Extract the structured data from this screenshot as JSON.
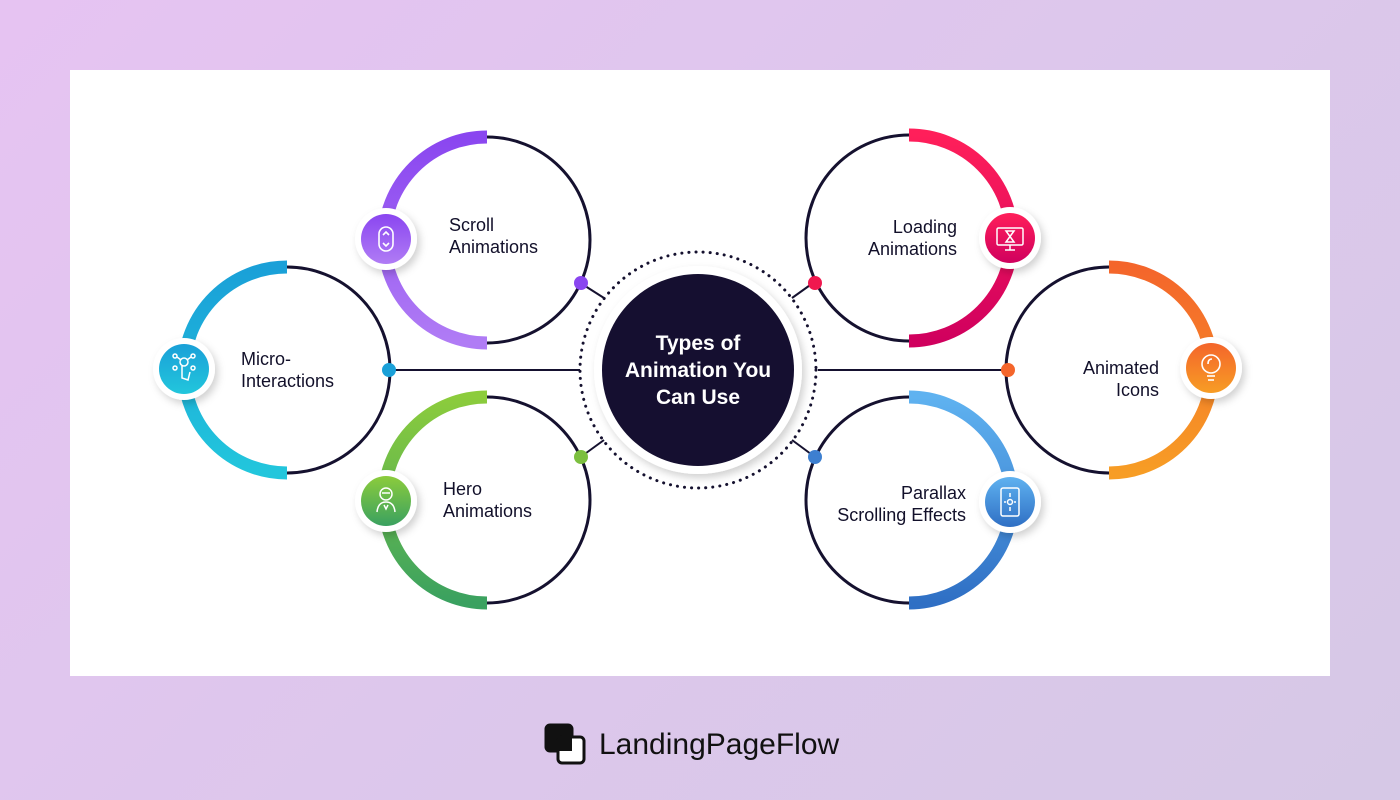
{
  "center": {
    "title": "Types of\nAnimation You\nCan Use",
    "fill": "#150f30"
  },
  "nodes": [
    {
      "id": "scroll",
      "label": "Scroll\nAnimations",
      "icon": "scroll-mouse-icon",
      "colors": [
        "#8a46f0",
        "#b07cf5"
      ]
    },
    {
      "id": "micro",
      "label": "Micro-\nInteractions",
      "icon": "touch-gesture-icon",
      "colors": [
        "#1aa0d8",
        "#22c6dc"
      ]
    },
    {
      "id": "hero",
      "label": "Hero\nAnimations",
      "icon": "hero-character-icon",
      "colors": [
        "#8ccc3c",
        "#3aa160"
      ]
    },
    {
      "id": "loading",
      "label": "Loading\nAnimations",
      "icon": "monitor-hourglass-icon",
      "colors": [
        "#ff1f5a",
        "#d0005e"
      ]
    },
    {
      "id": "icons",
      "label": "Animated\nIcons",
      "icon": "lightbulb-icon",
      "colors": [
        "#f4652b",
        "#f79d25"
      ]
    },
    {
      "id": "parallax",
      "label": "Parallax\nScrolling Effects",
      "icon": "tablet-arrows-icon",
      "colors": [
        "#5fb2f0",
        "#2f6fc4"
      ]
    }
  ],
  "brand": {
    "name": "LandingPageFlow"
  },
  "colors": {
    "ring": "#15112f",
    "canvas": "#ffffff"
  }
}
